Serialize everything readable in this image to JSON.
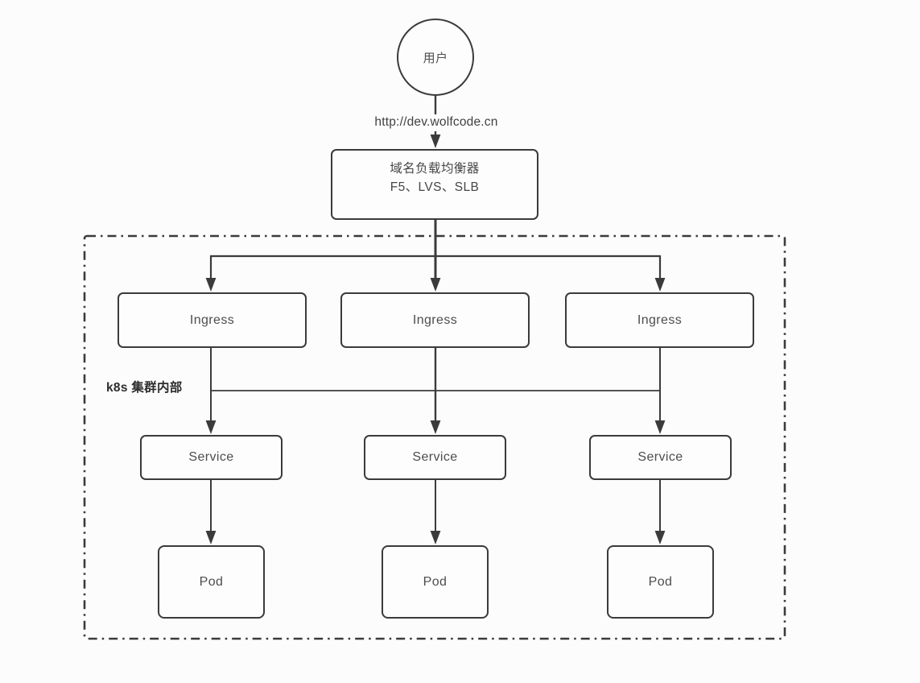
{
  "diagram": {
    "user": {
      "label": "用户"
    },
    "url_label": "http://dev.wolfcode.cn",
    "load_balancer": {
      "title": "域名负载均衡器",
      "subtitle": "F5、LVS、SLB"
    },
    "cluster": {
      "label": "k8s 集群内部"
    },
    "ingress": [
      {
        "label": "Ingress"
      },
      {
        "label": "Ingress"
      },
      {
        "label": "Ingress"
      }
    ],
    "services": [
      {
        "label": "Service"
      },
      {
        "label": "Service"
      },
      {
        "label": "Service"
      }
    ],
    "pods": [
      {
        "label": "Pod"
      },
      {
        "label": "Pod"
      },
      {
        "label": "Pod"
      }
    ],
    "colors": {
      "line": "#3b3b3b",
      "box_border": "#3b3b3b",
      "text": "#4d4d4d",
      "background": "#fcfcfc"
    }
  }
}
